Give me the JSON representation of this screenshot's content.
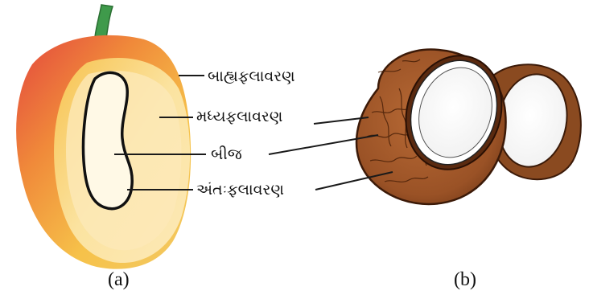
{
  "figure_a": {
    "labels": {
      "exocarp": "બાહ્યફલાવરણ",
      "mesocarp": "મધ્યફલાવરણ",
      "seed": "બીજ",
      "endocarp": "અંતઃફલાવરણ"
    },
    "caption": "(a)"
  },
  "figure_b": {
    "caption": "(b)"
  },
  "colors": {
    "mango_red": "#e0473d",
    "mango_yellow": "#f4b93a",
    "flesh": "#fde9b0",
    "stem": "#3d9a4a",
    "coconut_husk": "#a45a2a",
    "coconut_shell_dark": "#5a2a10",
    "coconut_meat": "#ffffff"
  }
}
